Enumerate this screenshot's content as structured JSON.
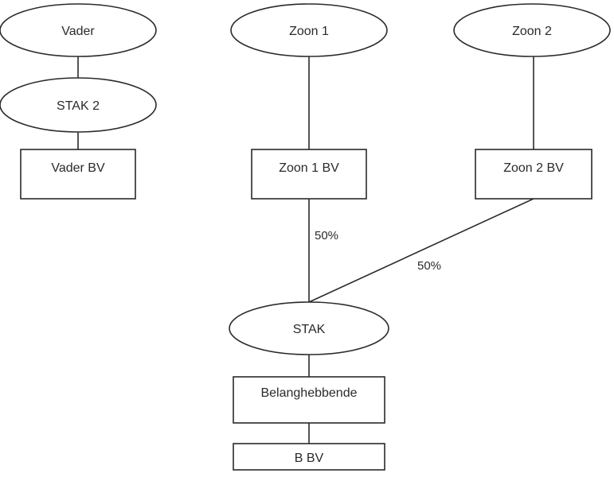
{
  "nodes": {
    "vader": "Vader",
    "stak2": "STAK 2",
    "vader_bv": "Vader BV",
    "zoon1": "Zoon 1",
    "zoon2": "Zoon 2",
    "zoon1_bv": "Zoon 1 BV",
    "zoon2_bv": "Zoon 2 BV",
    "stak": "STAK",
    "belanghebbende": "Belanghebbende",
    "b_bv": "B BV"
  },
  "edges": {
    "zoon1_bv_to_stak": "50%",
    "zoon2_bv_to_stak": "50%"
  }
}
